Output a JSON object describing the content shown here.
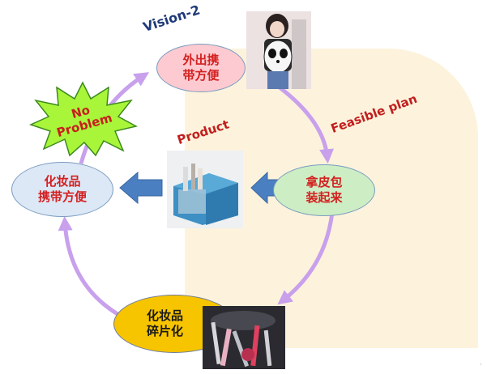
{
  "diagram": {
    "labels": {
      "vision": "Vision-2",
      "feasible": "Feasible plan",
      "product": "Product"
    },
    "nodes": {
      "top": "外出携\n带方便",
      "right": "拿皮包\n装起来",
      "left": "化妆品\n携带方便",
      "bottom": "化妆品\n碎片化"
    },
    "burst": "No\nProblem",
    "colors": {
      "cycle_arrow": "#c8a0ec",
      "block_arrow": "#4a7fc1",
      "panel": "#fdf3dc",
      "burst_fill": "#a8f53a"
    },
    "icons": [
      "girl-panda-backpack-photo",
      "cosmetic-bag-photo",
      "cosmetics-brushes-photo"
    ]
  }
}
